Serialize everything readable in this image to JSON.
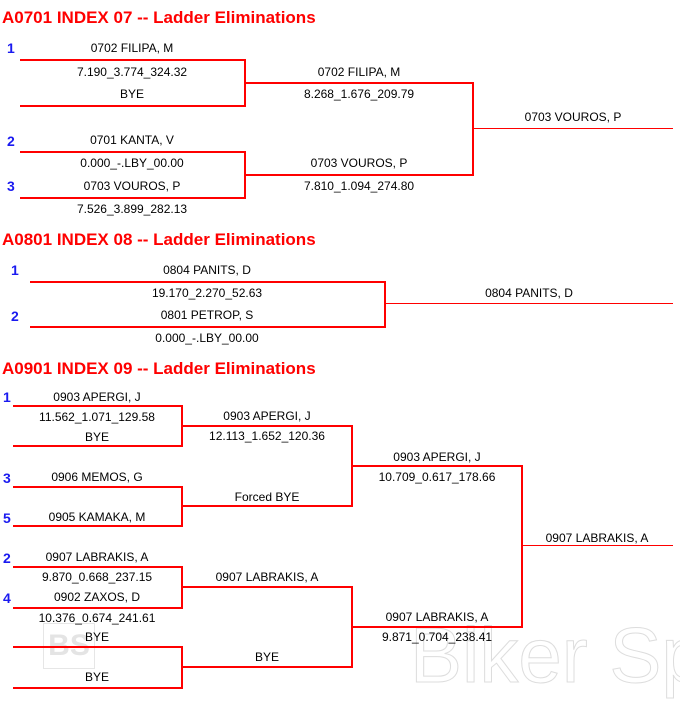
{
  "colors": {
    "line": "#ff0000",
    "title": "#ff0000",
    "seed": "#1a1af0"
  },
  "watermark": {
    "logo": "BS",
    "text": "Biker Sp"
  },
  "b1": {
    "title": "A0701 INDEX 07 -- Ladder Eliminations",
    "seeds": [
      "1",
      "2",
      "3"
    ],
    "r1": [
      "0702 FILIPA, M",
      "7.190_3.774_324.32",
      "BYE",
      "0701 KANTA, V",
      "0.000_-.LBY_00.00",
      "0703 VOUROS, P",
      "7.526_3.899_282.13"
    ],
    "r2": [
      "0702 FILIPA, M",
      "8.268_1.676_209.79",
      "0703 VOUROS, P",
      "7.810_1.094_274.80"
    ],
    "winner": "0703 VOUROS, P"
  },
  "b2": {
    "title": "A0801 INDEX 08 -- Ladder Eliminations",
    "seeds": [
      "1",
      "2"
    ],
    "r1": [
      "0804 PANITS, D",
      "19.170_2.270_52.63",
      "0801 PETROP, S",
      "0.000_-.LBY_00.00"
    ],
    "winner": "0804 PANITS, D"
  },
  "b3": {
    "title": "A0901 INDEX 09 -- Ladder Eliminations",
    "seeds": [
      "1",
      "3",
      "5",
      "2",
      "4"
    ],
    "r1": [
      "0903 APERGI, J",
      "11.562_1.071_129.58",
      "BYE",
      "0906 MEMOS, G",
      "0905 KAMAKA, M",
      "0907 LABRAKIS, A",
      "9.870_0.668_237.15",
      "0902 ZAXOS, D",
      "10.376_0.674_241.61",
      "BYE",
      "BYE"
    ],
    "r2": [
      "0903 APERGI, J",
      "12.113_1.652_120.36",
      "Forced BYE",
      "0907 LABRAKIS, A",
      "BYE"
    ],
    "r3": [
      "0903 APERGI, J",
      "10.709_0.617_178.66",
      "0907 LABRAKIS, A",
      "9.871_0.704_238.41"
    ],
    "winner": "0907 LABRAKIS, A"
  }
}
